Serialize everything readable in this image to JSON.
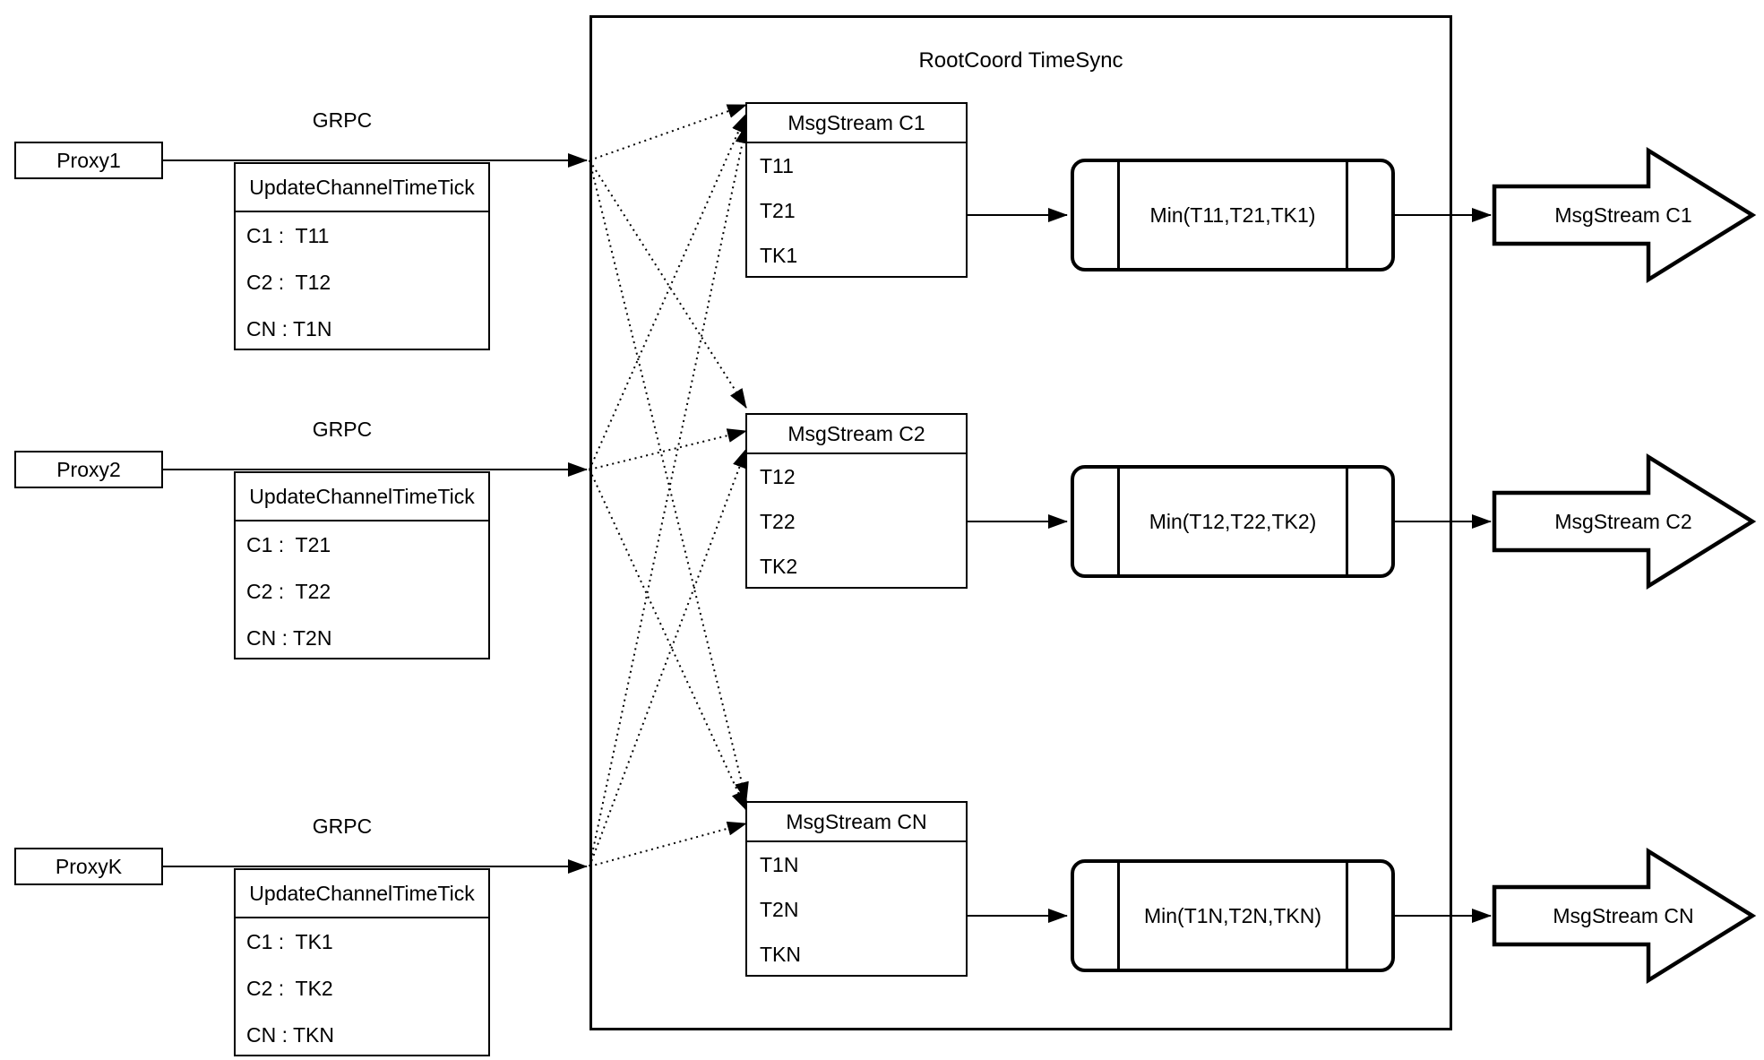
{
  "colors": {
    "ink": "#000000",
    "paper": "#ffffff"
  },
  "root_box": {
    "title": "RootCoord TimeSync"
  },
  "proxies": [
    {
      "name": "Proxy1",
      "rpc": "GRPC",
      "message": {
        "title": "UpdateChannelTimeTick",
        "entries": [
          "C1 :  T11",
          "C2 :  T12",
          "CN : T1N"
        ]
      }
    },
    {
      "name": "Proxy2",
      "rpc": "GRPC",
      "message": {
        "title": "UpdateChannelTimeTick",
        "entries": [
          "C1 :  T21",
          "C2 :  T22",
          "CN : T2N"
        ]
      }
    },
    {
      "name": "ProxyK",
      "rpc": "GRPC",
      "message": {
        "title": "UpdateChannelTimeTick",
        "entries": [
          "C1 :  TK1",
          "C2 :  TK2",
          "CN : TKN"
        ]
      }
    }
  ],
  "channels": [
    {
      "stream_title": "MsgStream C1",
      "ticks": [
        "T11",
        "T21",
        "TK1"
      ],
      "min_label": "Min(T11,T21,TK1)",
      "output_label": "MsgStream C1"
    },
    {
      "stream_title": "MsgStream C2",
      "ticks": [
        "T12",
        "T22",
        "TK2"
      ],
      "min_label": "Min(T12,T22,TK2)",
      "output_label": "MsgStream C2"
    },
    {
      "stream_title": "MsgStream CN",
      "ticks": [
        "T1N",
        "T2N",
        "TKN"
      ],
      "min_label": "Min(T1N,T2N,TKN)",
      "output_label": "MsgStream CN"
    }
  ]
}
